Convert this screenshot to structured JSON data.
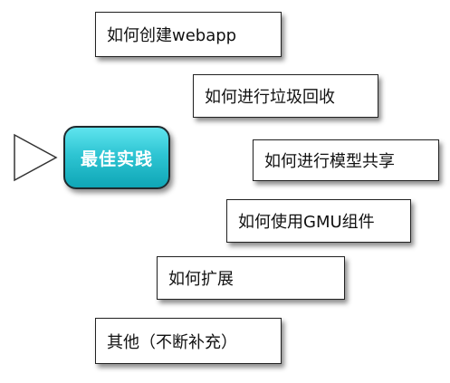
{
  "central_topic": "最佳实践",
  "subtopics": [
    "如何创建webapp",
    "如何进行垃圾回收",
    "如何进行模型共享",
    "如何使用GMU组件",
    "如何扩展",
    "其他（不断补充）"
  ],
  "colors": {
    "central_fill": "#2ec5d3",
    "central_text": "#ffffff",
    "topic_fill": "#ffffff",
    "border": "#222222"
  }
}
